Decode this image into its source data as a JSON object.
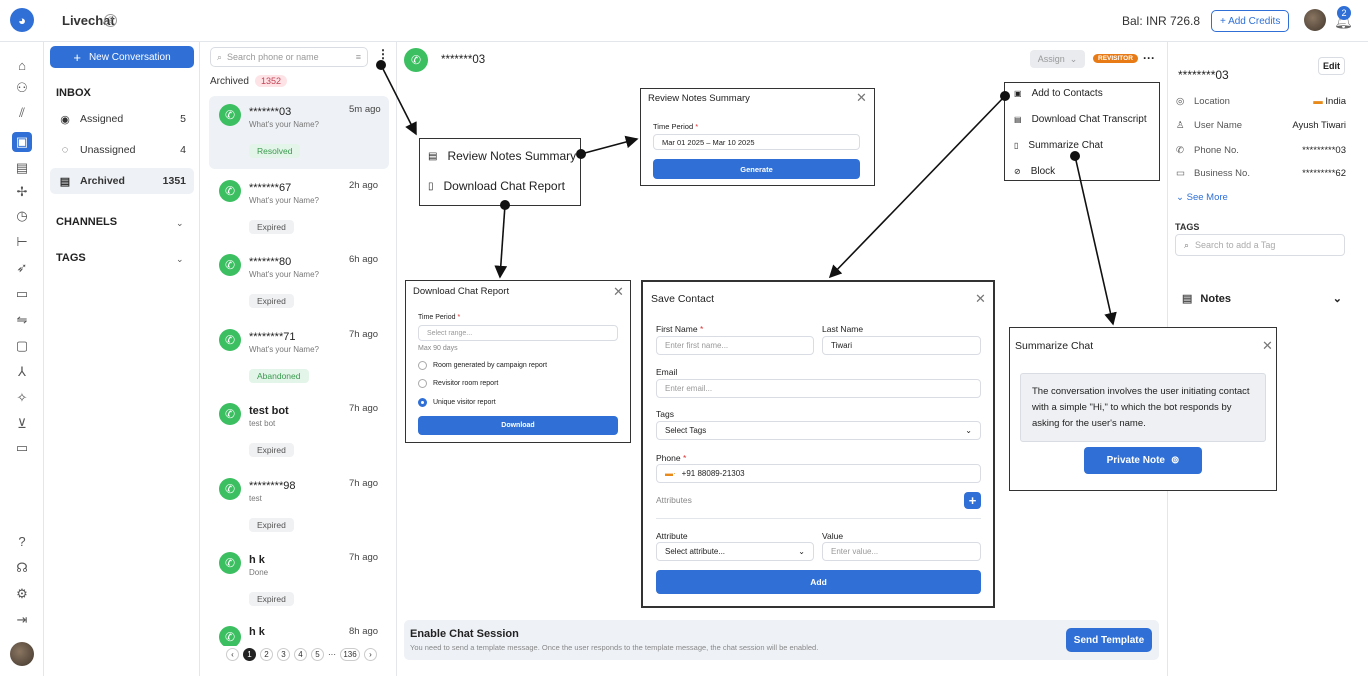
{
  "app": {
    "title": "Livechat",
    "balance": "Bal: INR 726.8",
    "add_credits": "+ Add Credits",
    "notif_count": "2"
  },
  "rail": {
    "icons": [
      "home-icon",
      "share-icon",
      "chart-icon",
      "chat-icon",
      "contacts-icon",
      "broadcast-icon",
      "clock-icon",
      "flow-icon",
      "rocket-icon",
      "folder-icon",
      "integration-icon",
      "wallet-icon",
      "tree-icon",
      "magic-icon",
      "cart-icon",
      "window-icon",
      "help-icon",
      "people-icon",
      "settings-icon",
      "logout-icon"
    ]
  },
  "left": {
    "new_conversation": "New Conversation",
    "inbox": "INBOX",
    "items": [
      {
        "label": "Assigned",
        "count": "5"
      },
      {
        "label": "Unassigned",
        "count": "4"
      },
      {
        "label": "Archived",
        "count": "1351"
      }
    ],
    "channels": "CHANNELS",
    "tags": "TAGS"
  },
  "list": {
    "search_placeholder": "Search phone or name",
    "archived_label": "Archived",
    "archived_count": "1352",
    "conversations": [
      {
        "name": "*******03",
        "preview": "What's your Name?",
        "time": "5m ago",
        "status": "Resolved"
      },
      {
        "name": "*******67",
        "preview": "What's your Name?",
        "time": "2h ago",
        "status": "Expired"
      },
      {
        "name": "*******80",
        "preview": "What's your Name?",
        "time": "6h ago",
        "status": "Expired"
      },
      {
        "name": "********71",
        "preview": "What's your Name?",
        "time": "7h ago",
        "status": "Abandoned"
      },
      {
        "name": "test bot",
        "preview": "test bot",
        "time": "7h ago",
        "status": "Expired"
      },
      {
        "name": "********98",
        "preview": "test",
        "time": "7h ago",
        "status": "Expired"
      },
      {
        "name": "h k",
        "preview": "Done",
        "time": "7h ago",
        "status": "Expired"
      },
      {
        "name": "h k",
        "preview": "",
        "time": "8h ago",
        "status": ""
      }
    ],
    "pages": [
      "1",
      "2",
      "3",
      "4",
      "5",
      "···",
      "136"
    ]
  },
  "chat": {
    "name": "*******03",
    "assign": "Assign",
    "revisitor": "REVISITOR",
    "enable_title": "Enable Chat Session",
    "enable_desc": "You need to send a template message. Once the user responds to the template message, the chat session will be enabled.",
    "send_template": "Send Template"
  },
  "kebab_menu": {
    "items": [
      "Review Notes Summary",
      "Download Chat Report"
    ]
  },
  "review_notes": {
    "title": "Review Notes Summary",
    "time_label": "Time Period",
    "time_value": "Mar 01 2025 – Mar 10 2025",
    "generate": "Generate"
  },
  "download_report": {
    "title": "Download Chat Report",
    "time_label": "Time Period",
    "placeholder": "Select range...",
    "hint": "Max 90 days",
    "options": [
      "Room generated by campaign report",
      "Revisitor room report",
      "Unique visitor report"
    ],
    "download": "Download"
  },
  "header_menu": {
    "items": [
      "Add to Contacts",
      "Download Chat Transcript",
      "Summarize Chat",
      "Block"
    ]
  },
  "save_contact": {
    "title": "Save Contact",
    "first_name_label": "First Name",
    "first_name_placeholder": "Enter first name...",
    "last_name_label": "Last Name",
    "last_name_value": "Tiwari",
    "email_label": "Email",
    "email_placeholder": "Enter email...",
    "tags_label": "Tags",
    "tags_value": "Select Tags",
    "phone_label": "Phone",
    "phone_value": "+91 88089-21303",
    "attributes_label": "Attributes",
    "attribute_label": "Attribute",
    "attribute_value": "Select attribute...",
    "value_label": "Value",
    "value_placeholder": "Enter value...",
    "add": "Add"
  },
  "summarize": {
    "title": "Summarize Chat",
    "text": "The conversation involves the user initiating contact with a simple \"Hi,\" to which the bot responds by asking for the user's name.",
    "button": "Private Note"
  },
  "profile": {
    "name": "********03",
    "edit": "Edit",
    "rows": [
      {
        "label": "Location",
        "value": "India"
      },
      {
        "label": "User Name",
        "value": "Ayush Tiwari"
      },
      {
        "label": "Phone No.",
        "value": "*********03"
      },
      {
        "label": "Business No.",
        "value": "*********62"
      }
    ],
    "see_more": "See More",
    "tags_label": "TAGS",
    "tags_placeholder": "Search to add a Tag",
    "notes": "Notes"
  }
}
